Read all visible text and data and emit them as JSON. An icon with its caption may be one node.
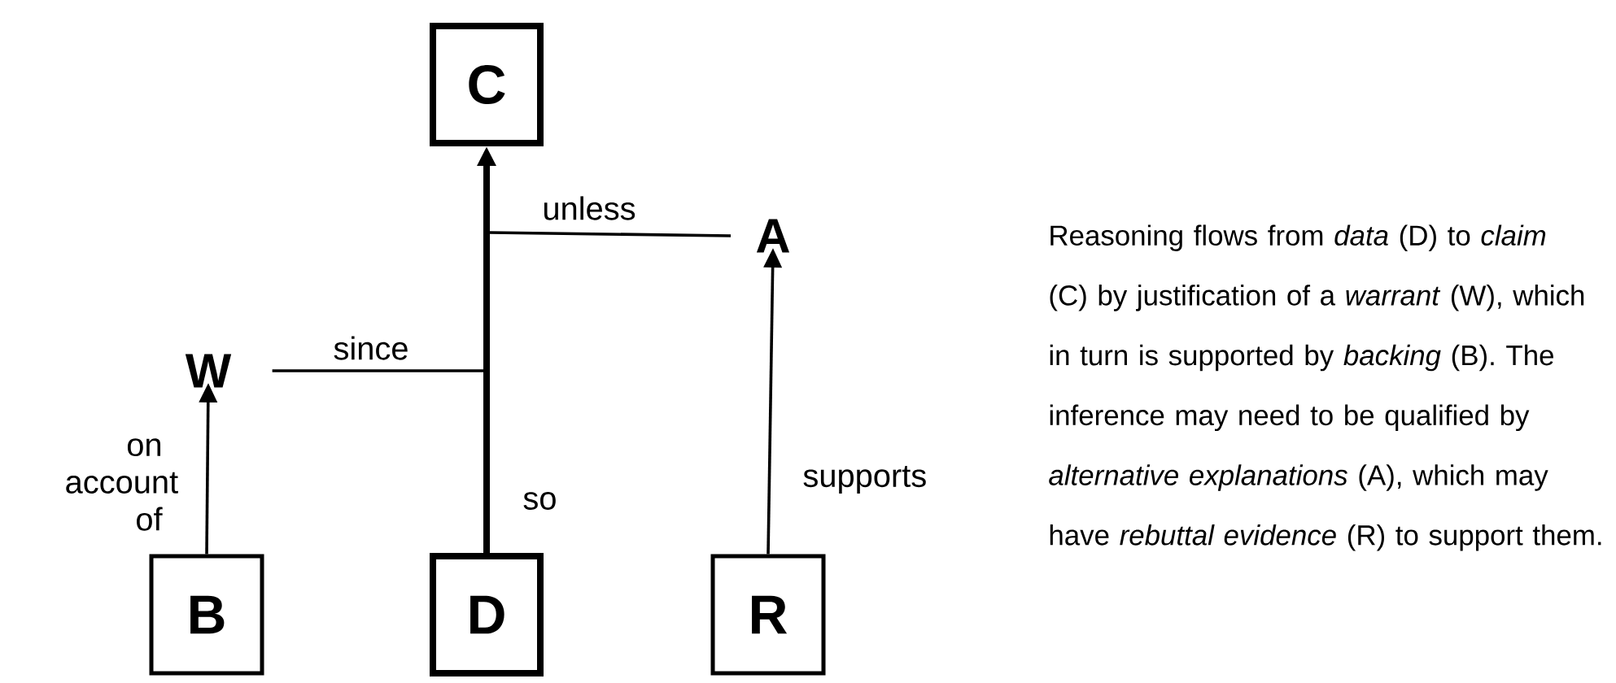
{
  "diagram": {
    "nodes": [
      {
        "text": [
          "C"
        ]
      },
      {
        "text": [
          "A"
        ]
      },
      {
        "text": [
          "W"
        ]
      },
      {
        "text": [
          "B"
        ]
      },
      {
        "text": [
          "D"
        ]
      },
      {
        "text": [
          "R"
        ]
      }
    ],
    "edges": [
      {
        "from": 4,
        "to": 0,
        "arrow": "to",
        "label": "so",
        "style": "thick"
      },
      {
        "from": 2,
        "to": null,
        "arrow": "none",
        "label": "since"
      },
      {
        "from": 1,
        "to": null,
        "arrow": "none",
        "label": "unless"
      },
      {
        "from": 3,
        "to": 2,
        "arrow": "to",
        "label": "on account of"
      },
      {
        "from": 5,
        "to": 1,
        "arrow": "to",
        "label": "supports"
      }
    ],
    "labels": [
      "Reasoning flows from *data* (D) to *claim* (C) by justification of a *warrant* (W), which in turn is supported by *backing* (B). The inference may need to be qualified by *alternative explanations* (A), which may have *rebuttal evidence* (R) to support them."
    ]
  }
}
